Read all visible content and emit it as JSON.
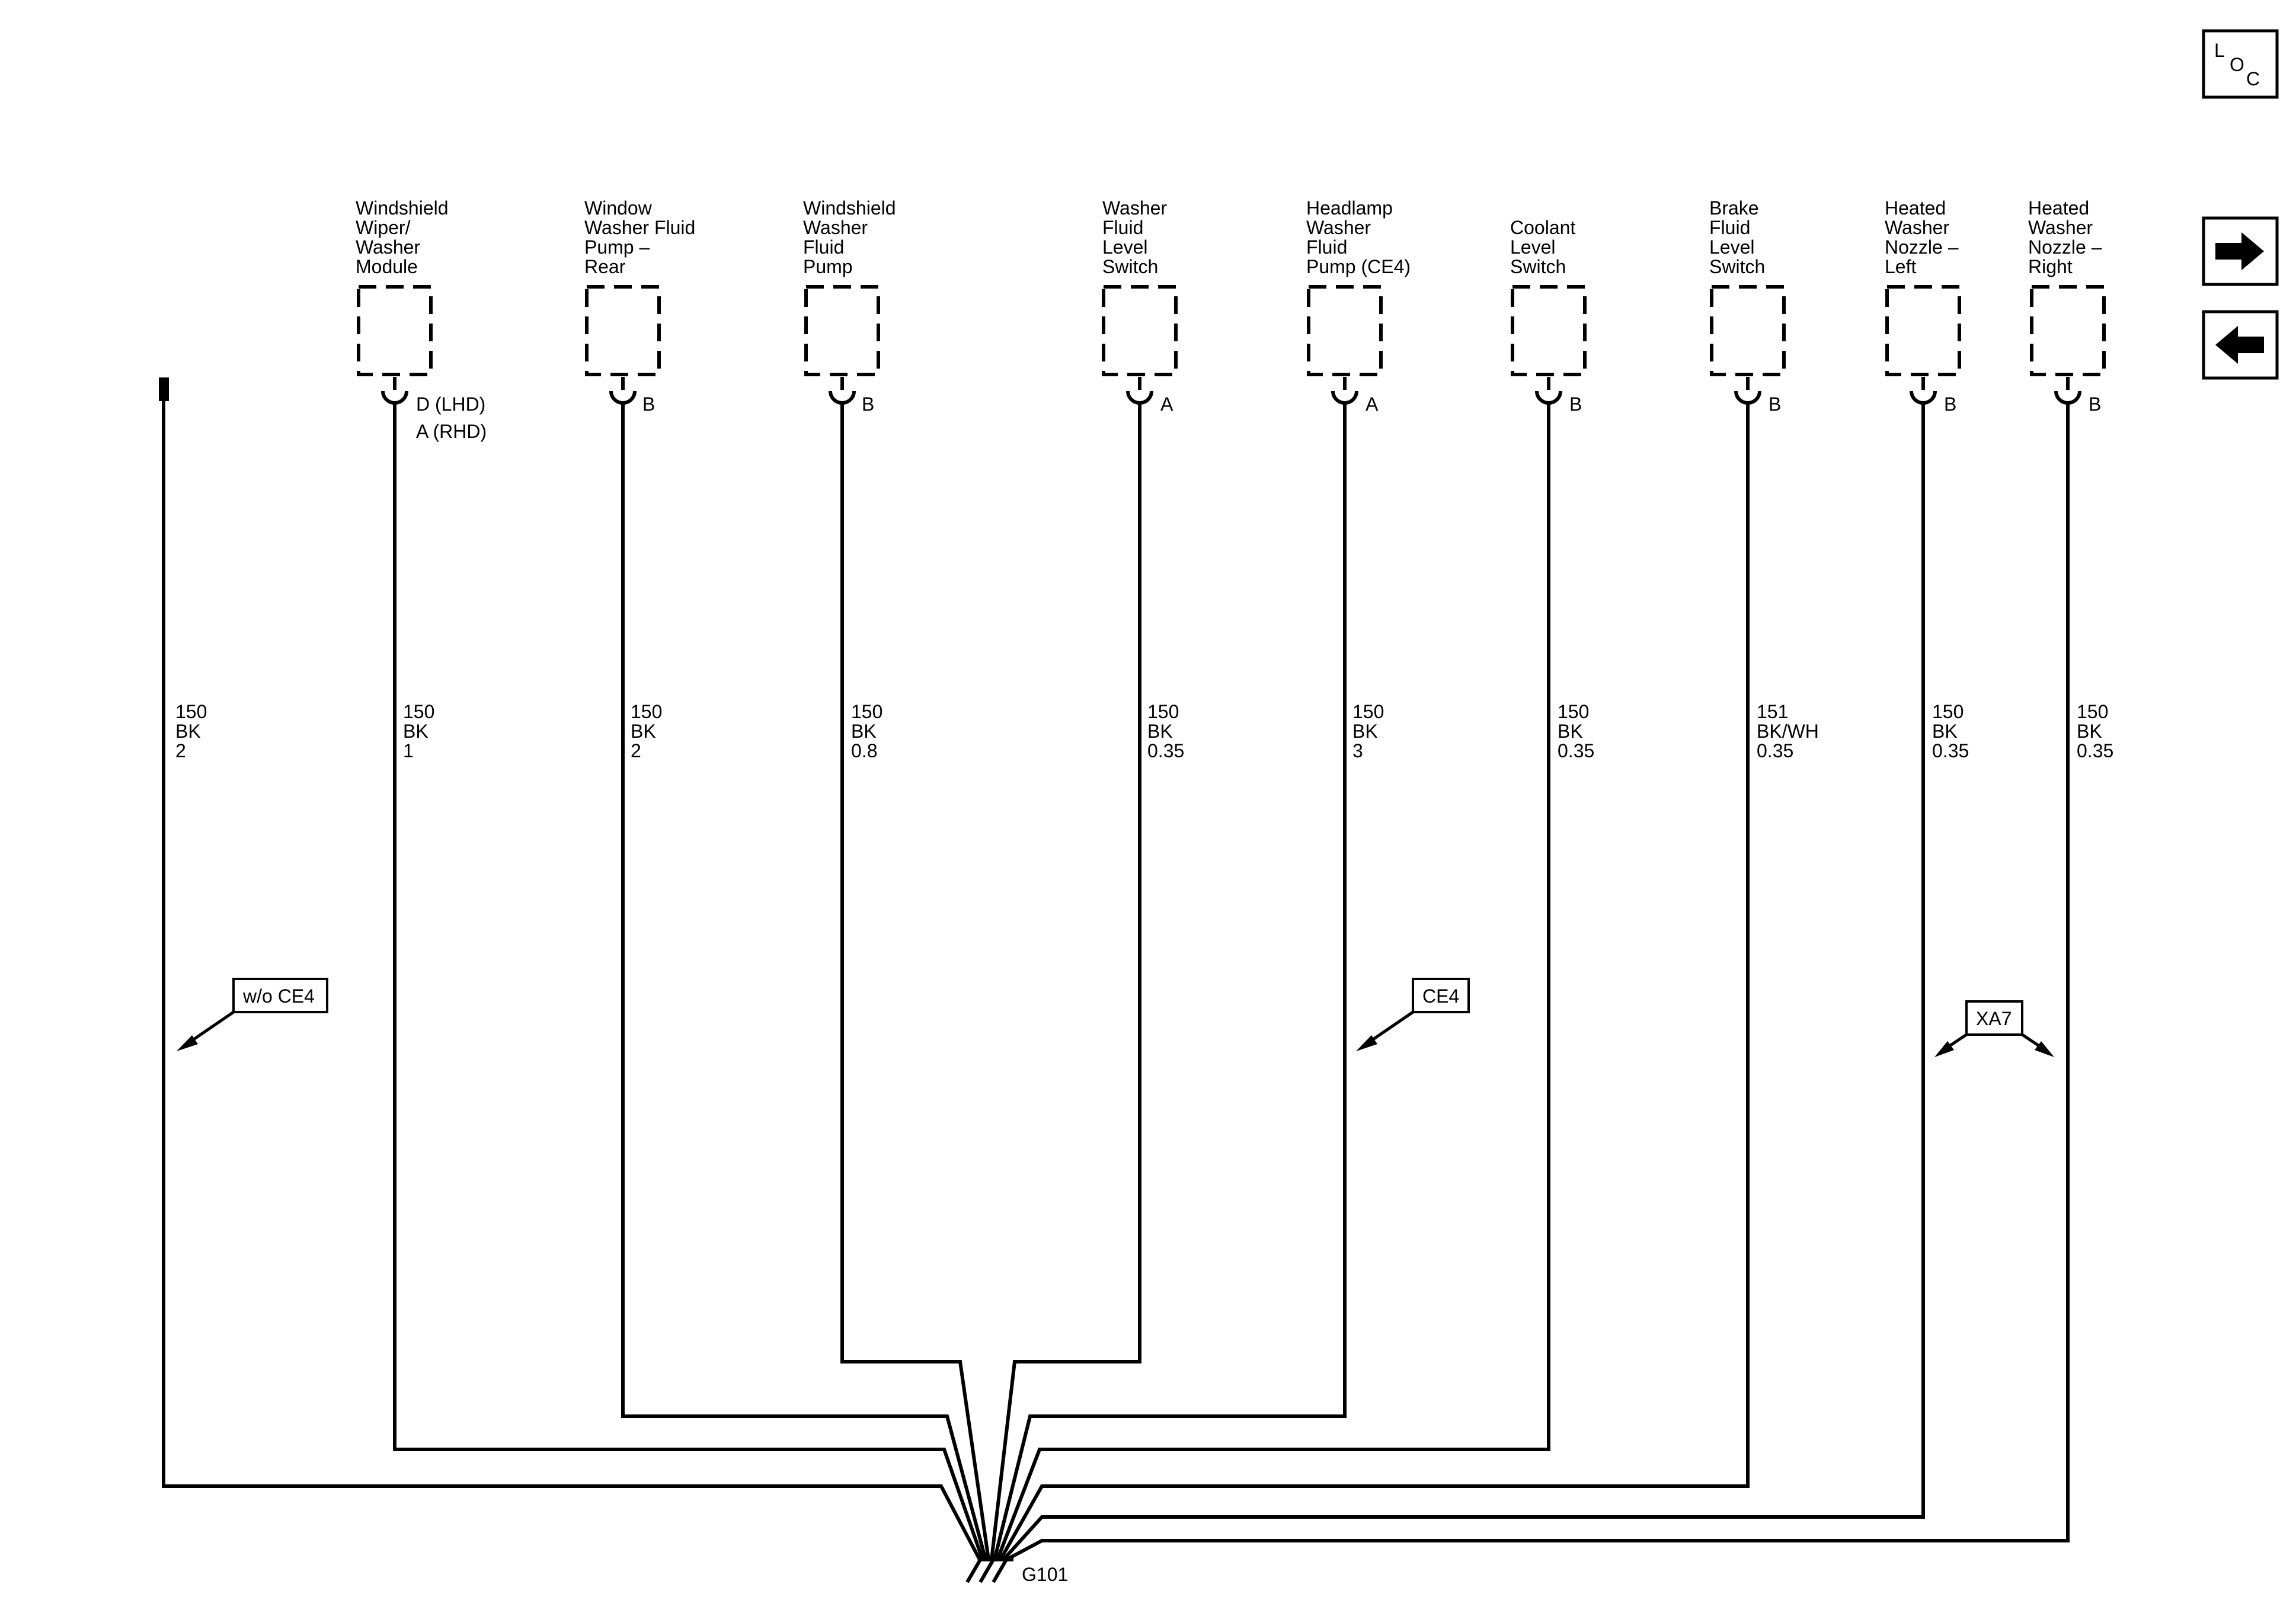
{
  "nav": {
    "loc_letters": [
      "L",
      "O",
      "C"
    ]
  },
  "components": [
    {
      "id": "wiper-module",
      "name_lines": [
        "Windshield",
        "Wiper/",
        "Washer",
        "Module"
      ],
      "pin_lines": [
        "D (LHD)",
        "A (RHD)"
      ],
      "circuit": [
        "150",
        "BK",
        "1"
      ]
    },
    {
      "id": "washer-pump-rear",
      "name_lines": [
        "Window",
        "Washer Fluid",
        "Pump –",
        "Rear"
      ],
      "pin_lines": [
        "B"
      ],
      "circuit": [
        "150",
        "BK",
        "2"
      ]
    },
    {
      "id": "windshield-washer-pump",
      "name_lines": [
        "Windshield",
        "Washer",
        "Fluid",
        "Pump"
      ],
      "pin_lines": [
        "B"
      ],
      "circuit": [
        "150",
        "BK",
        "0.8"
      ]
    },
    {
      "id": "washer-fluid-level-switch",
      "name_lines": [
        "Washer",
        "Fluid",
        "Level",
        "Switch"
      ],
      "pin_lines": [
        "A"
      ],
      "circuit": [
        "150",
        "BK",
        "0.35"
      ]
    },
    {
      "id": "headlamp-washer-pump",
      "name_lines": [
        "Headlamp",
        "Washer",
        "Fluid",
        "Pump (CE4)"
      ],
      "pin_lines": [
        "A"
      ],
      "circuit": [
        "150",
        "BK",
        "3"
      ]
    },
    {
      "id": "coolant-level-switch",
      "name_lines": [
        "Coolant",
        "Level",
        "Switch"
      ],
      "pin_lines": [
        "B"
      ],
      "circuit": [
        "150",
        "BK",
        "0.35"
      ]
    },
    {
      "id": "brake-fluid-level-switch",
      "name_lines": [
        "Brake",
        "Fluid",
        "Level",
        "Switch"
      ],
      "pin_lines": [
        "B"
      ],
      "circuit": [
        "151",
        "BK/WH",
        "0.35"
      ]
    },
    {
      "id": "heated-nozzle-left",
      "name_lines": [
        "Heated",
        "Washer",
        "Nozzle –",
        "Left"
      ],
      "pin_lines": [
        "B"
      ],
      "circuit": [
        "150",
        "BK",
        "0.35"
      ]
    },
    {
      "id": "heated-nozzle-right",
      "name_lines": [
        "Heated",
        "Washer",
        "Nozzle –",
        "Right"
      ],
      "pin_lines": [
        "B"
      ],
      "circuit": [
        "150",
        "BK",
        "0.35"
      ]
    }
  ],
  "left_wire": {
    "circuit": [
      "150",
      "BK",
      "2"
    ]
  },
  "options": {
    "without_ce4": "w/o CE4",
    "ce4": "CE4",
    "xa7": "XA7"
  },
  "ground": {
    "label": "G101"
  }
}
